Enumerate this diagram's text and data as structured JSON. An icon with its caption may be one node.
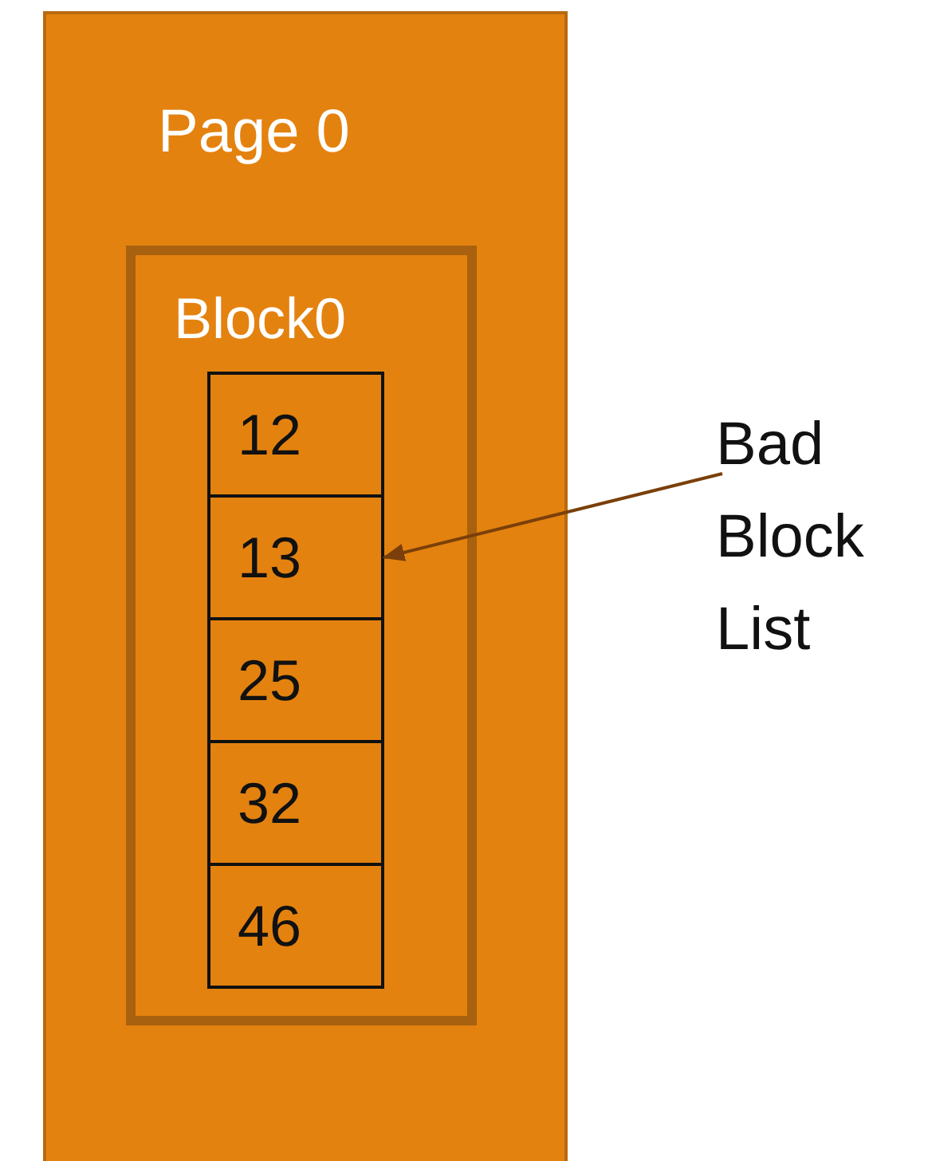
{
  "diagram": {
    "nodes": [
      {
        "text": [
          "Page 0"
        ]
      },
      {
        "text": [
          "Block0"
        ],
        "in": 0
      },
      {
        "text": [
          "12"
        ],
        "in": 1
      },
      {
        "text": [
          "13"
        ],
        "in": 1
      },
      {
        "text": [
          "25"
        ],
        "in": 1
      },
      {
        "text": [
          "32"
        ],
        "in": 1
      },
      {
        "text": [
          "46"
        ],
        "in": 1
      },
      {
        "text": [
          "Bad Block List"
        ]
      }
    ],
    "edges": [
      {
        "from": 7,
        "to": 3,
        "arrow": "to",
        "color": "#7a3f0a"
      }
    ]
  }
}
